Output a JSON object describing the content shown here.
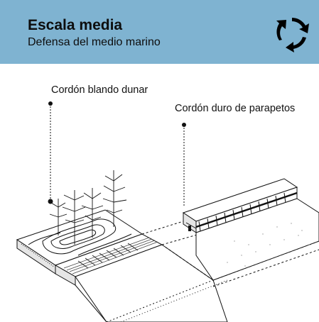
{
  "header": {
    "title": "Escala media",
    "subtitle": "Defensa del medio marino",
    "background_color": "#7fb3d1",
    "icon": "cycle-arrows-icon"
  },
  "diagram": {
    "labels": {
      "soft_cordon": "Cordón blando dunar",
      "hard_cordon": "Cordón duro de parapetos"
    }
  }
}
